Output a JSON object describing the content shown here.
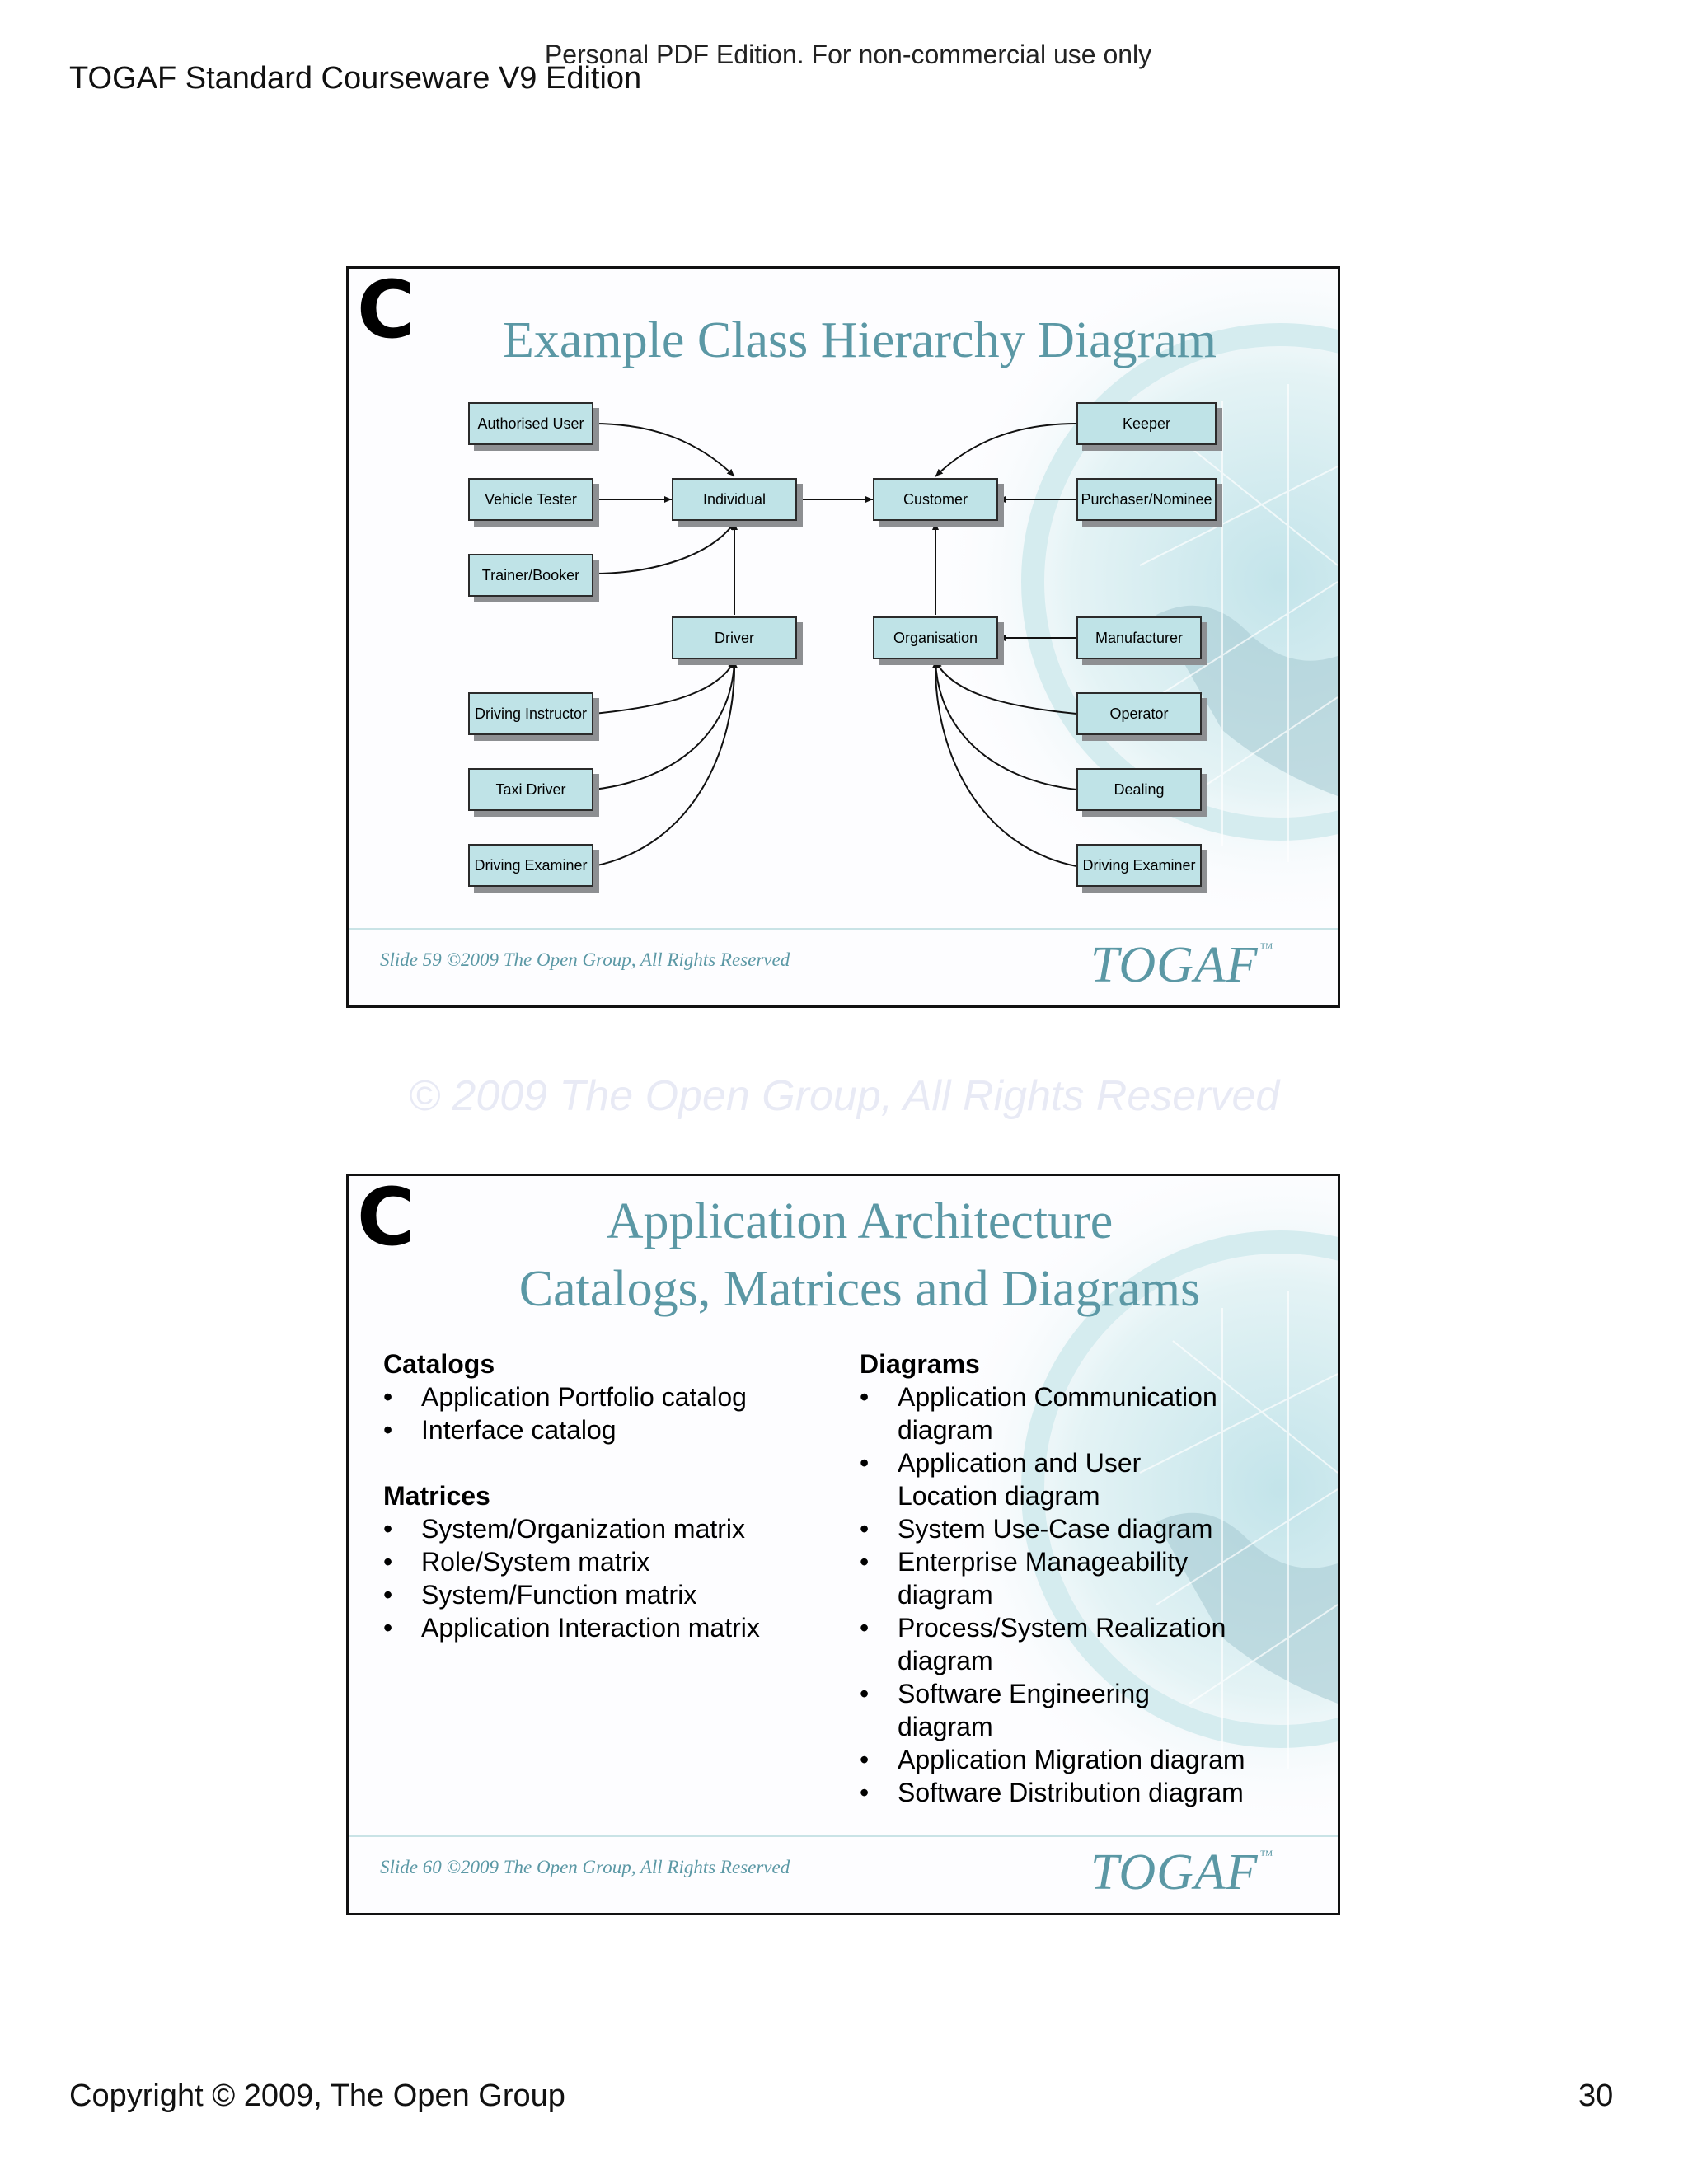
{
  "page": {
    "watermark_top": "Personal PDF Edition. For non-commercial use only",
    "header": "TOGAF Standard Courseware V9 Edition",
    "copyright_watermark": "© 2009 The Open Group, All Rights Reserved",
    "footer_left": "Copyright © 2009, The Open Group",
    "page_number": "30"
  },
  "slide1": {
    "letter": "C",
    "title": "Example Class Hierarchy Diagram",
    "footer": "Slide 59  ©2009 The Open Group, All Rights Reserved",
    "logo": "TOGAF",
    "logo_tm": "™",
    "boxes": {
      "authorised_user": "Authorised User",
      "vehicle_tester": "Vehicle Tester",
      "trainer_booker": "Trainer/Booker",
      "individual": "Individual",
      "customer": "Customer",
      "keeper": "Keeper",
      "purchaser_nominee": "Purchaser/Nominee",
      "driver": "Driver",
      "organisation": "Organisation",
      "manufacturer": "Manufacturer",
      "driving_instructor": "Driving Instructor",
      "taxi_driver": "Taxi Driver",
      "driving_examiner_left": "Driving Examiner",
      "operator": "Operator",
      "dealing": "Dealing",
      "driving_examiner_right": "Driving Examiner"
    }
  },
  "slide2": {
    "letter": "C",
    "title_line1": "Application Architecture",
    "title_line2": "Catalogs, Matrices and Diagrams",
    "footer": "Slide 60  ©2009 The Open Group, All Rights Reserved",
    "logo": "TOGAF",
    "logo_tm": "™",
    "catalogs_heading": "Catalogs",
    "catalogs": [
      "Application Portfolio catalog",
      "Interface catalog"
    ],
    "matrices_heading": "Matrices",
    "matrices": [
      "System/Organization matrix",
      "Role/System matrix",
      "System/Function matrix",
      "Application Interaction matrix"
    ],
    "diagrams_heading": "Diagrams",
    "diagrams": [
      "Application Communication diagram",
      "Application and User Location diagram",
      "System Use-Case diagram",
      "Enterprise Manageability diagram",
      "Process/System Realization diagram",
      "Software Engineering diagram",
      "Application Migration diagram",
      "Software Distribution diagram"
    ]
  }
}
